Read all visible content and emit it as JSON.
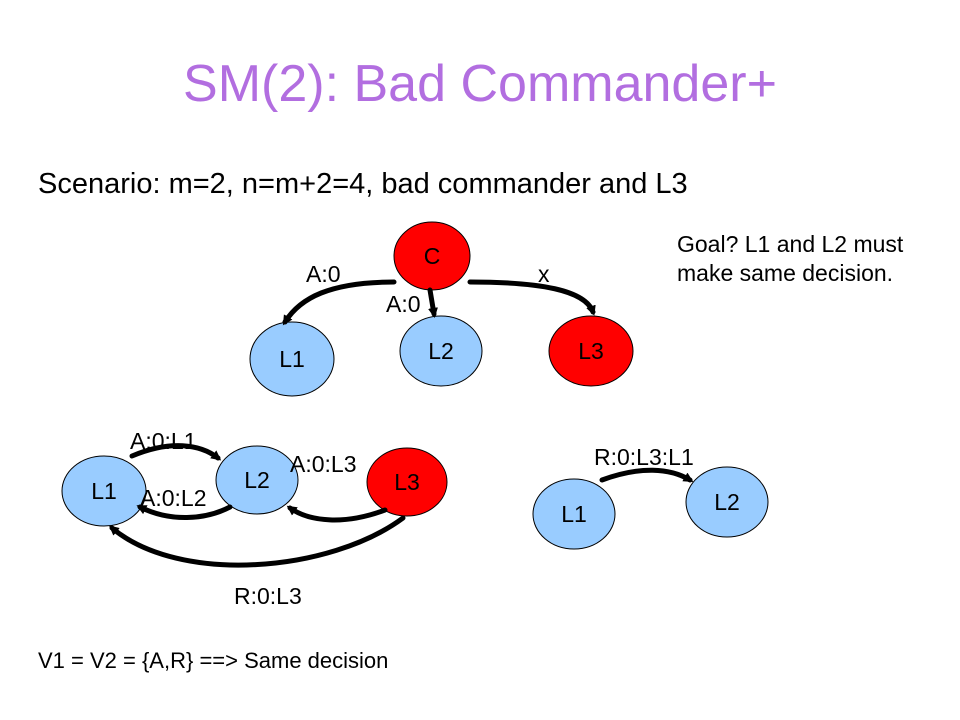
{
  "slide": {
    "title": "SM(2): Bad Commander+",
    "subtitle": "Scenario: m=2, n=m+2=4, bad commander and L3",
    "goal": "Goal? L1 and L2 must make same decision.",
    "conclusion": "V1 = V2 = {A,R} ==> Same decision"
  },
  "colors": {
    "title": "#b26ee0",
    "loyal_node": "#99ccff",
    "traitor_node": "#ff0000",
    "node_stroke": "#000000"
  },
  "diagram": {
    "top": {
      "nodes": {
        "c": "C",
        "l1": "L1",
        "l2": "L2",
        "l3": "L3"
      },
      "edges": {
        "c_l1": "A:0",
        "c_l2": "A:0",
        "c_l3": "x"
      }
    },
    "bottom_left": {
      "nodes": {
        "l1": "L1",
        "l2": "L2",
        "l3": "L3"
      },
      "edges": {
        "l1_l2": "A:0:L1",
        "l2_l1": "A:0:L2",
        "l3_l2": "A:0:L3",
        "l3_l1": "R:0:L3"
      }
    },
    "bottom_right": {
      "nodes": {
        "l1": "L1",
        "l2": "L2"
      },
      "edges": {
        "l1_l2": "R:0:L3:L1"
      }
    }
  }
}
